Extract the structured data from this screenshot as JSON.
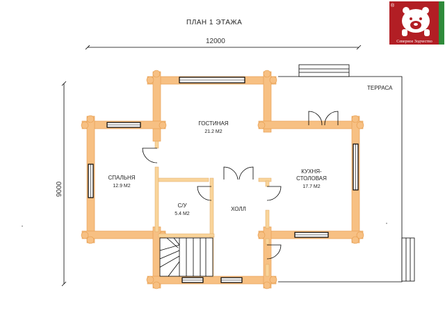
{
  "plan": {
    "title": "ПЛАН 1 ЭТАЖА",
    "width_label": "12000",
    "height_label": "9000",
    "terrace_label": "ТЕРРАСА"
  },
  "rooms": [
    {
      "id": "living",
      "name": "ГОСТИНАЯ",
      "area": "21.2 М2"
    },
    {
      "id": "bedroom",
      "name": "СПАЛЬНЯ",
      "area": "12.9 М2"
    },
    {
      "id": "kitchen",
      "name_line1": "КУХНЯ-",
      "name_line2": "СТОЛОВАЯ",
      "area": "17.7 М2"
    },
    {
      "id": "bathroom",
      "name": "С/У",
      "area": "5.4 М2"
    },
    {
      "id": "hall",
      "name": "ХОЛЛ"
    }
  ],
  "logo": {
    "text": "Северное Зодчество",
    "registered": "®",
    "bg_color": "#b21e24",
    "accent_color": "#2e8b3a",
    "icon": "bear-icon"
  },
  "colors": {
    "wall": "#f7c083",
    "wall_edge": "#e59a4a"
  }
}
